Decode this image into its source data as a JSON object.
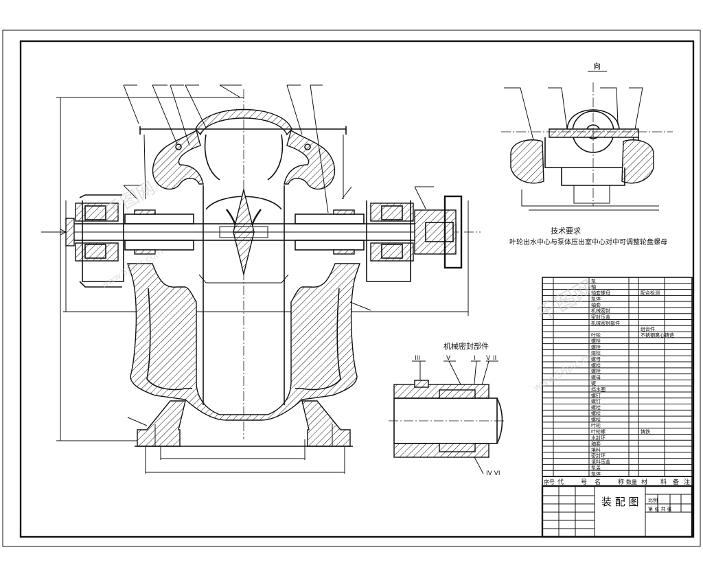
{
  "view_label": "向",
  "tech_requirements": {
    "heading": "技术要求",
    "line": "叶轮出水中心与泵体压出室中心对中可调整轮盘螺母"
  },
  "seal_detail": {
    "title": "机械密封部件",
    "labels_top": [
      "III",
      "V",
      "I",
      "V",
      "II"
    ],
    "label_bottom": "IV VI"
  },
  "bom_rows": [
    {
      "name": "泵",
      "note": ""
    },
    {
      "name": "轴",
      "note": ""
    },
    {
      "name": "轴套螺母",
      "note": "配合检测"
    },
    {
      "name": "泵体",
      "note": ""
    },
    {
      "name": "轴套",
      "note": ""
    },
    {
      "name": "机械密封",
      "note": ""
    },
    {
      "name": "密封压盖",
      "note": ""
    },
    {
      "name": "机械密封部件",
      "note": ""
    },
    {
      "name": "",
      "note": "组合件"
    },
    {
      "name": "叶轮",
      "note": "不锈钢离心铸造"
    },
    {
      "name": "螺栓",
      "note": ""
    },
    {
      "name": "螺栓",
      "note": ""
    },
    {
      "name": "螺栓",
      "note": ""
    },
    {
      "name": "螺母",
      "note": ""
    },
    {
      "name": "螺栓",
      "note": ""
    },
    {
      "name": "螺栓",
      "note": ""
    },
    {
      "name": "螺母",
      "note": ""
    },
    {
      "name": "键",
      "note": ""
    },
    {
      "name": "挡水圈",
      "note": ""
    },
    {
      "name": "螺钉",
      "note": ""
    },
    {
      "name": "螺钉",
      "note": ""
    },
    {
      "name": "螺栓",
      "note": ""
    },
    {
      "name": "螺栓",
      "note": ""
    },
    {
      "name": "螺栓",
      "note": ""
    },
    {
      "name": "叶轮",
      "note": ""
    },
    {
      "name": "叶轮螺",
      "note": "铸铁"
    },
    {
      "name": "水封环",
      "note": ""
    },
    {
      "name": "轴套",
      "note": ""
    },
    {
      "name": "填料",
      "note": ""
    },
    {
      "name": "密封环",
      "note": ""
    },
    {
      "name": "填料压盖",
      "note": ""
    },
    {
      "name": "泵盖",
      "note": ""
    },
    {
      "name": "泵体",
      "note": ""
    }
  ],
  "bom_header": [
    "序号",
    "代",
    "号",
    "名",
    "称",
    "数量",
    "材",
    "料",
    "备",
    "注"
  ],
  "title_block": {
    "drawing_title": "装 配 图",
    "scale_label": "比例",
    "sheet_label": "第 张 共 张"
  },
  "watermarks": [
    "千图网",
    "www.58pic.com",
    "千图网",
    "www.58pic.com"
  ]
}
